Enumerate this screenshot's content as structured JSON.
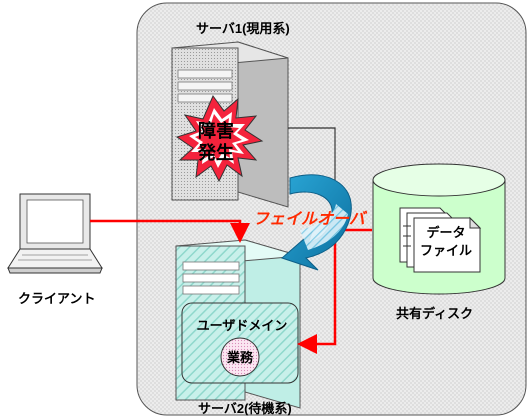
{
  "diagram": {
    "cluster_frame": {
      "label": ""
    },
    "server1": {
      "label": "サーバ1(現用系)"
    },
    "server2": {
      "label": "サーバ2(待機系)"
    },
    "fault": {
      "line1": "障害",
      "line2": "発生"
    },
    "failover": {
      "label": "フェイルオーバ"
    },
    "client": {
      "label": "クライアント"
    },
    "shared_disk": {
      "label": "共有ディスク"
    },
    "data_file": {
      "line1": "データ",
      "line2": "ファイル"
    },
    "user_domain": {
      "label": "ユーザドメイン"
    },
    "business": {
      "label": "業務"
    },
    "colors": {
      "link_red": "#ff0000",
      "failover_text": "#ff2a00",
      "standby_server": "#c8f0ea",
      "disk_fill": "#ccffcc",
      "frame_fill": "#ececec",
      "blast_red": "#f4233c"
    }
  }
}
